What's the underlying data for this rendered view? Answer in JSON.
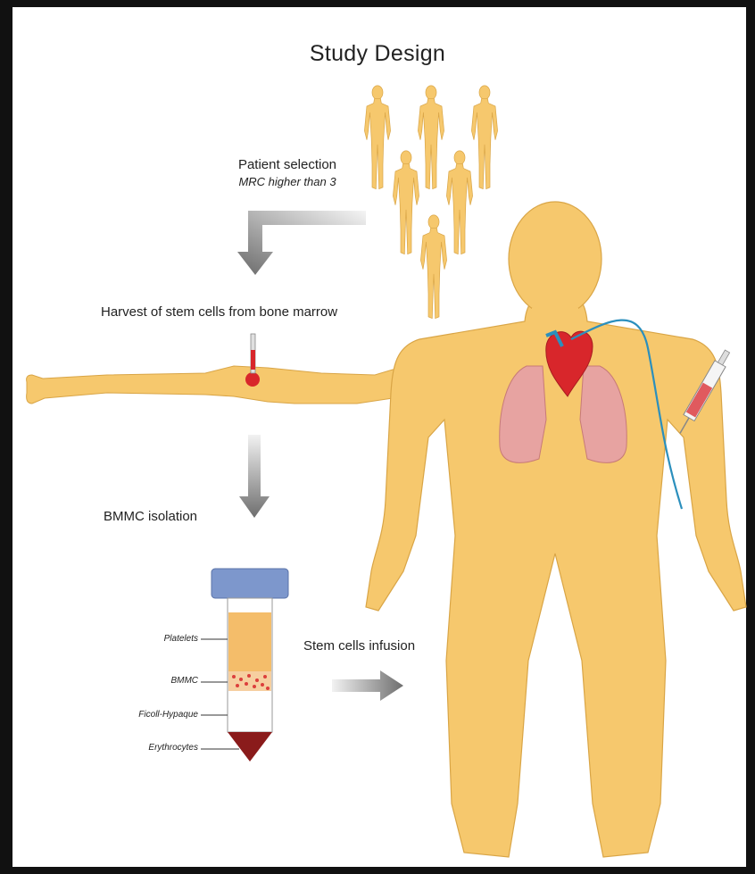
{
  "title": "Study Design",
  "steps": {
    "patient_selection": "Patient selection",
    "patient_selection_criteria": "MRC higher than 3",
    "harvest": "Harvest of stem cells from bone marrow",
    "isolation": "BMMC isolation",
    "infusion": "Stem cells infusion"
  },
  "tube_layers": [
    "Platelets",
    "BMMC",
    "Ficoll-Hypaque",
    "Erythrocytes"
  ],
  "colors": {
    "skin": "#f6c86d",
    "skin_outline": "#d9a546",
    "heart": "#d8262b",
    "lungs": "#e7a3a1",
    "catheter": "#2b8fbd",
    "tube_cap": "#7d97cc",
    "plasma": "#f4bd6a",
    "erythrocytes": "#8a1b1b",
    "arrow": "#8c8c8c"
  },
  "icons": [
    "patient-figure-icon",
    "reclining-patient-icon",
    "syringe-icon",
    "heart-icon",
    "lungs-icon",
    "test-tube-icon"
  ]
}
